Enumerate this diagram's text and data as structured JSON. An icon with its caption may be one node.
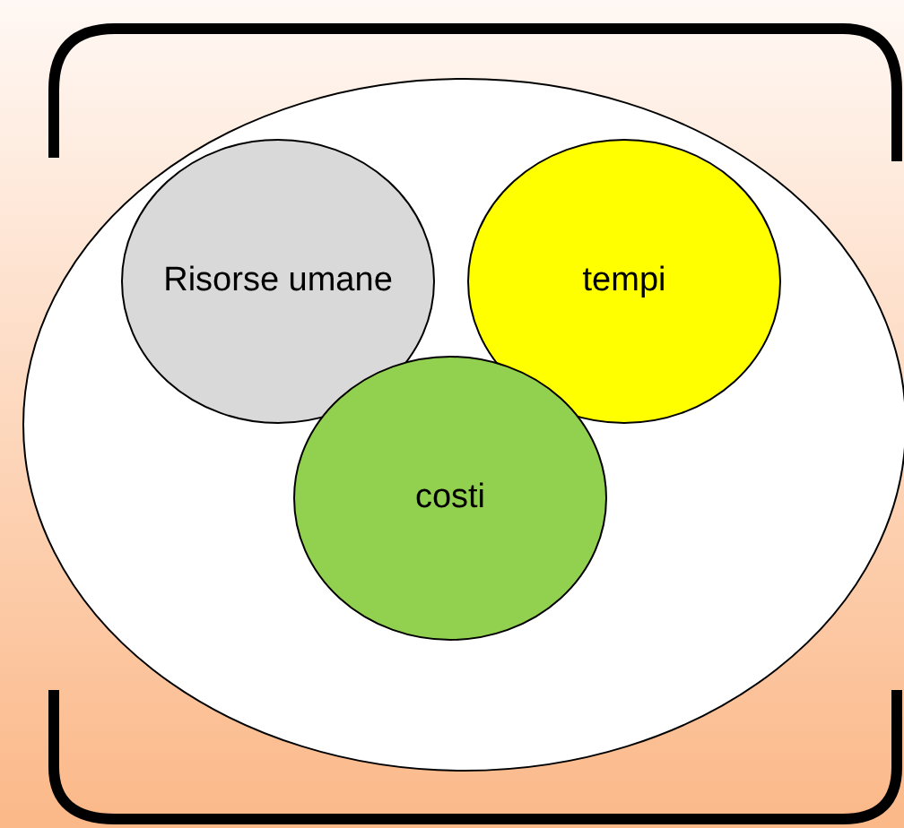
{
  "diagram": {
    "nodes": [
      {
        "text": [],
        "shape": "circle"
      },
      {
        "text": [
          "Risorse umane"
        ],
        "in": 0
      },
      {
        "text": [
          "tempi"
        ],
        "in": 0
      },
      {
        "text": [
          "costi"
        ],
        "in": 0
      }
    ]
  }
}
